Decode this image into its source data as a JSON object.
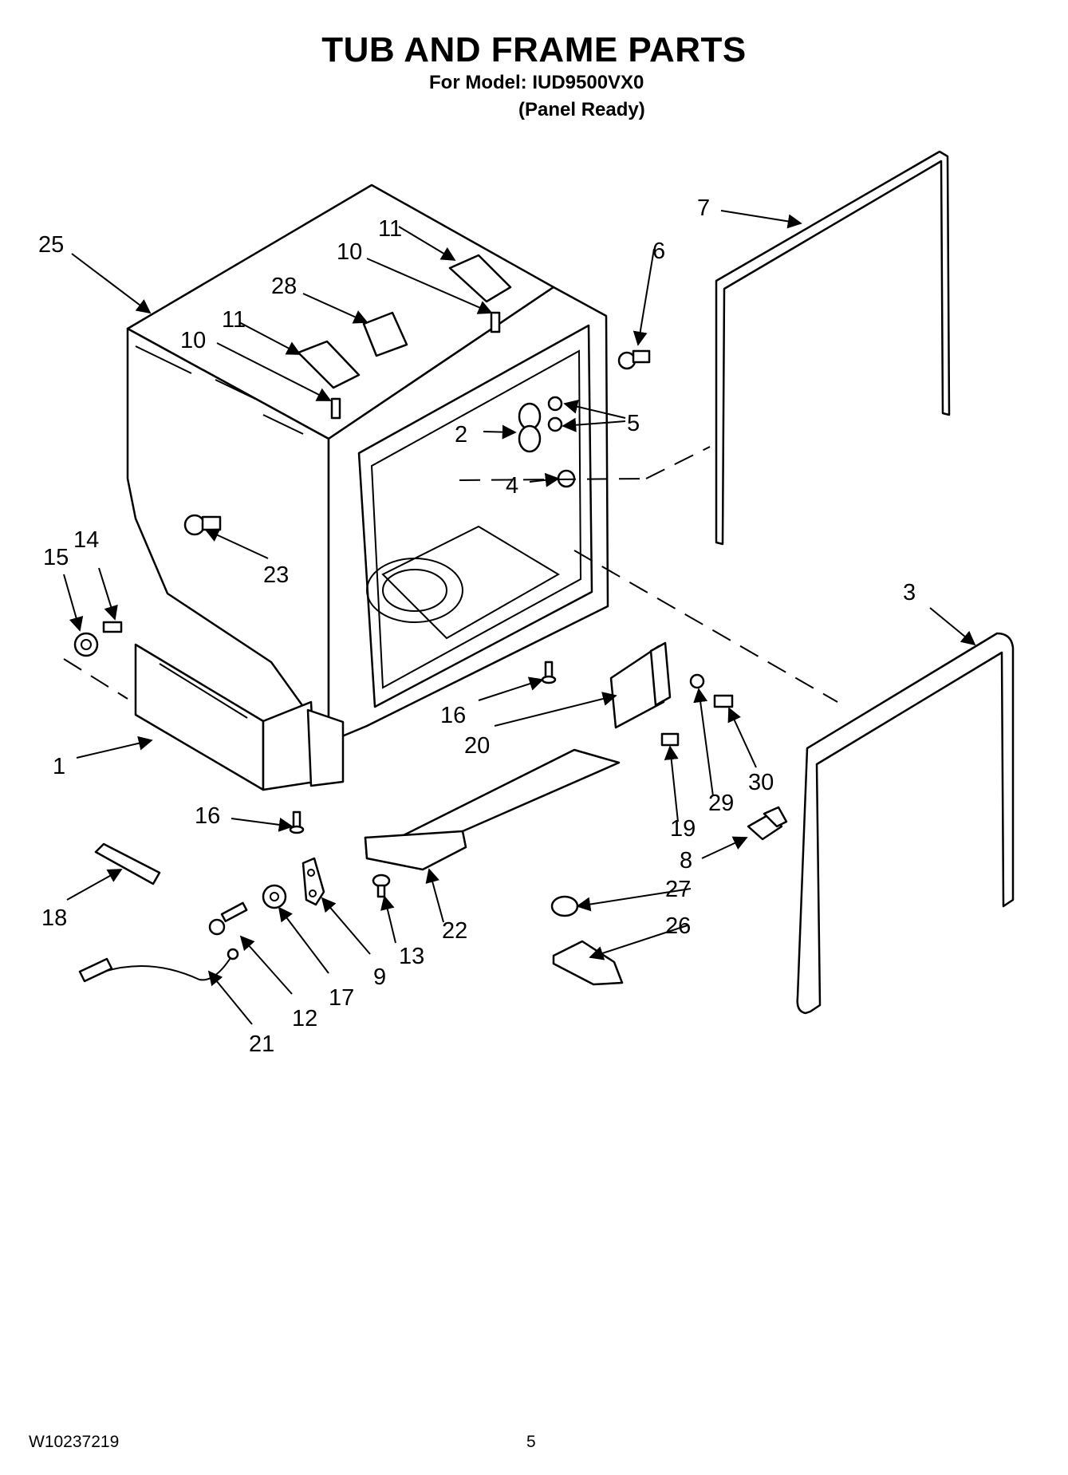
{
  "title": "TUB AND FRAME PARTS",
  "model_line": "For Model: IUD9500VX0",
  "model_variant": "(Panel Ready)",
  "footer": {
    "document_number": "W10237219",
    "page_number": "5"
  },
  "callouts": [
    {
      "id": "c25",
      "text": "25"
    },
    {
      "id": "c11a",
      "text": "11"
    },
    {
      "id": "c10a",
      "text": "10"
    },
    {
      "id": "c28",
      "text": "28"
    },
    {
      "id": "c11b",
      "text": "11"
    },
    {
      "id": "c10b",
      "text": "10"
    },
    {
      "id": "c7",
      "text": "7"
    },
    {
      "id": "c6",
      "text": "6"
    },
    {
      "id": "c2",
      "text": "2"
    },
    {
      "id": "c5",
      "text": "5"
    },
    {
      "id": "c4",
      "text": "4"
    },
    {
      "id": "c23",
      "text": "23"
    },
    {
      "id": "c15",
      "text": "15"
    },
    {
      "id": "c14",
      "text": "14"
    },
    {
      "id": "c3",
      "text": "3"
    },
    {
      "id": "c16a",
      "text": "16"
    },
    {
      "id": "c20",
      "text": "20"
    },
    {
      "id": "c1",
      "text": "1"
    },
    {
      "id": "c29",
      "text": "29"
    },
    {
      "id": "c30",
      "text": "30"
    },
    {
      "id": "c16b",
      "text": "16"
    },
    {
      "id": "c19",
      "text": "19"
    },
    {
      "id": "c8",
      "text": "8"
    },
    {
      "id": "c18",
      "text": "18"
    },
    {
      "id": "c22",
      "text": "22"
    },
    {
      "id": "c27",
      "text": "27"
    },
    {
      "id": "c13",
      "text": "13"
    },
    {
      "id": "c9",
      "text": "9"
    },
    {
      "id": "c26",
      "text": "26"
    },
    {
      "id": "c17",
      "text": "17"
    },
    {
      "id": "c12",
      "text": "12"
    },
    {
      "id": "c21",
      "text": "21"
    }
  ]
}
